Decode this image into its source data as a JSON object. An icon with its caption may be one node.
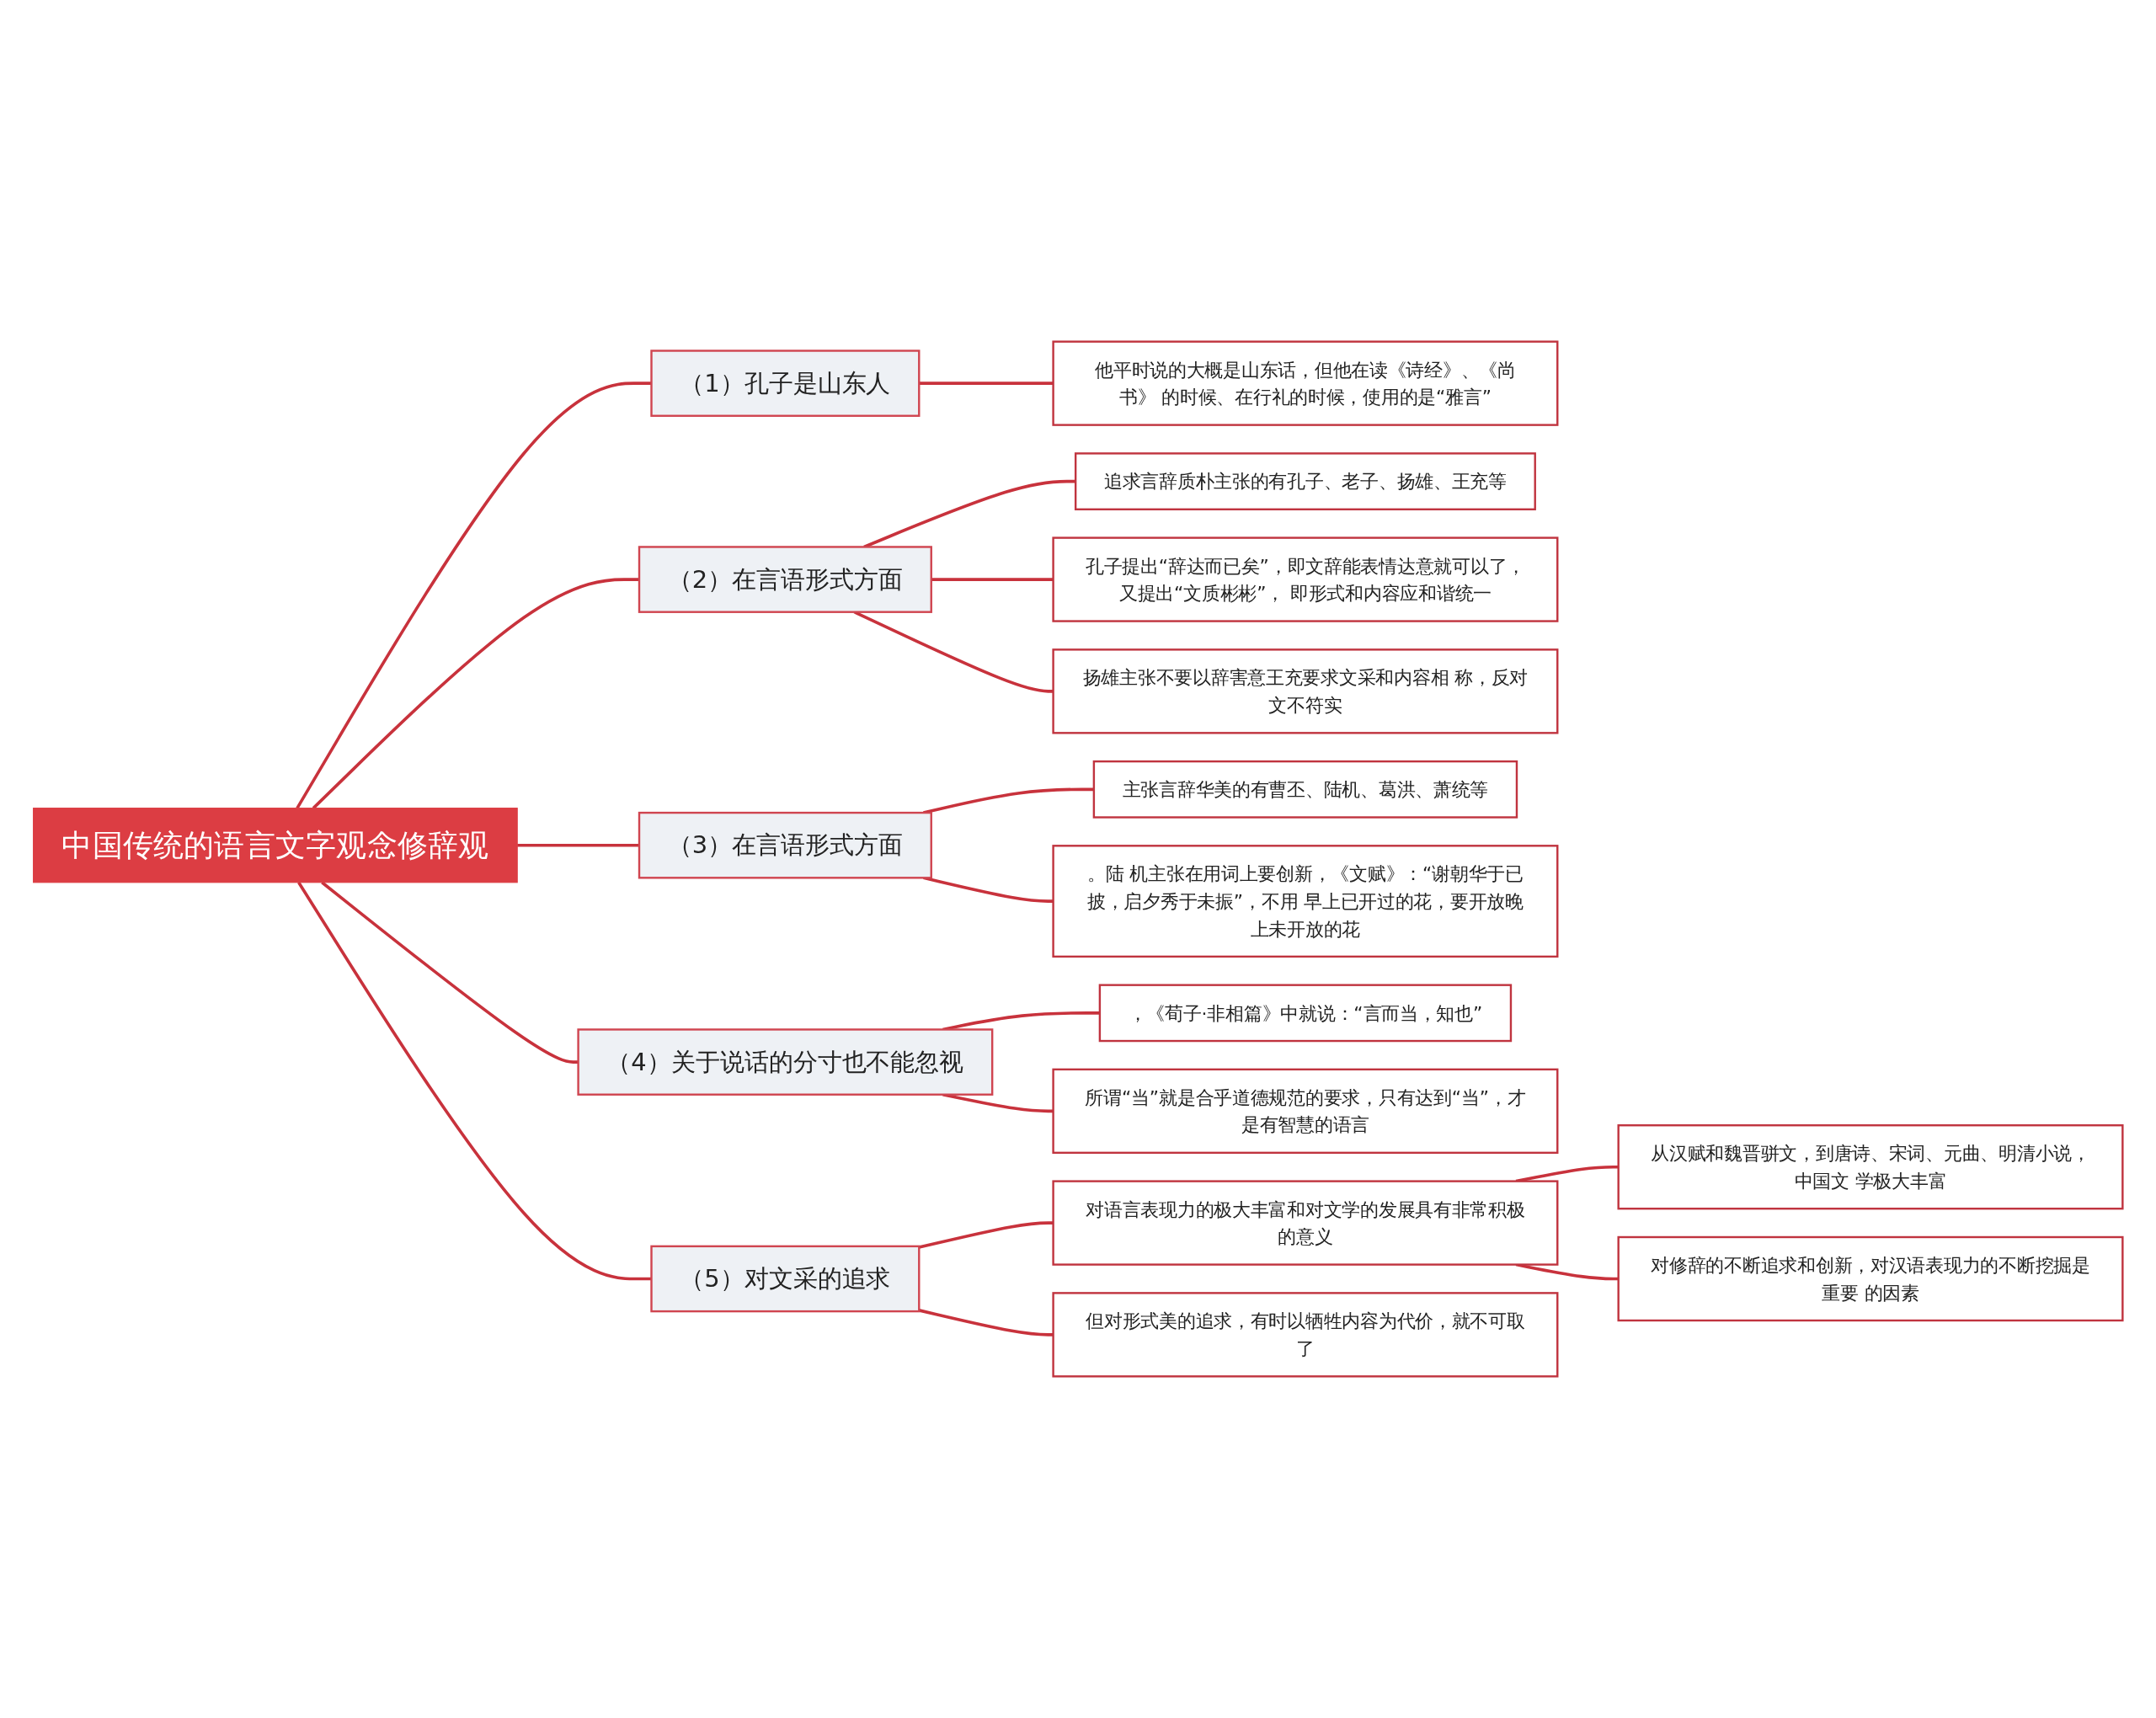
{
  "diagram": {
    "nodes": [
      {
        "text": [
          "中国传统的语言文字观念修辞观"
        ]
      },
      {
        "text": [
          "（1）孔子是山东人"
        ]
      },
      {
        "text": [
          "他平时说的大概是山东话，但他在读《诗经》、《尚书》 的时候、在行礼的时候，使用的是“雅言”"
        ]
      },
      {
        "text": [
          "（2）在言语形式方面"
        ]
      },
      {
        "text": [
          "追求言辞质朴主张的有孔子、老子、扬雄、王充等"
        ]
      },
      {
        "text": [
          "孔子提出“辞达而已矣”，即文辞能表情达意就可以了，又提出“文质彬彬”， 即形式和内容应和谐统一"
        ]
      },
      {
        "text": [
          "扬雄主张不要以辞害意王充要求文采和内容相 称，反对文不符实"
        ]
      },
      {
        "text": [
          "（3）在言语形式方面"
        ]
      },
      {
        "text": [
          "主张言辞华美的有曹丕、陆机、葛洪、萧统等"
        ]
      },
      {
        "text": [
          "。陆 机主张在用词上要创新，《文赋》：“谢朝华于已披，启夕秀于未振”，不用 早上已开过的花，要开放晚上未开放的花"
        ]
      },
      {
        "text": [
          "（4）关于说话的分寸也不能忽视"
        ]
      },
      {
        "text": [
          "，《荀子·非相篇》中就说：“言而当，知也”"
        ]
      },
      {
        "text": [
          "所谓“当”就是合乎道德规范的要求，只有达到“当”，才是有智慧的语言"
        ]
      },
      {
        "text": [
          "（5）对文采的追求"
        ]
      },
      {
        "text": [
          "对语言表现力的极大丰富和对文学的发展具有非常积极的意义"
        ]
      },
      {
        "text": [
          "从汉赋和魏晋骈文，到唐诗、宋词、元曲、明清小说，中国文 学极大丰富"
        ]
      },
      {
        "text": [
          "对修辞的不断追求和创新，对汉语表现力的不断挖掘是重要 的因素"
        ]
      },
      {
        "text": [
          "但对形式美的追求，有时以牺牲内容为代价，就不可取了"
        ]
      }
    ],
    "edges": [
      {
        "from": 0,
        "to": 1,
        "arrow": "none"
      },
      {
        "from": 1,
        "to": 2,
        "arrow": "none"
      },
      {
        "from": 0,
        "to": 3,
        "arrow": "none"
      },
      {
        "from": 3,
        "to": 4,
        "arrow": "none"
      },
      {
        "from": 3,
        "to": 5,
        "arrow": "none"
      },
      {
        "from": 3,
        "to": 6,
        "arrow": "none"
      },
      {
        "from": 0,
        "to": 7,
        "arrow": "none"
      },
      {
        "from": 7,
        "to": 8,
        "arrow": "none"
      },
      {
        "from": 7,
        "to": 9,
        "arrow": "none"
      },
      {
        "from": 0,
        "to": 10,
        "arrow": "none"
      },
      {
        "from": 10,
        "to": 11,
        "arrow": "none"
      },
      {
        "from": 10,
        "to": 12,
        "arrow": "none"
      },
      {
        "from": 0,
        "to": 13,
        "arrow": "none"
      },
      {
        "from": 13,
        "to": 14,
        "arrow": "none"
      },
      {
        "from": 14,
        "to": 15,
        "arrow": "none"
      },
      {
        "from": 14,
        "to": 16,
        "arrow": "none"
      },
      {
        "from": 13,
        "to": 17,
        "arrow": "none"
      }
    ]
  }
}
